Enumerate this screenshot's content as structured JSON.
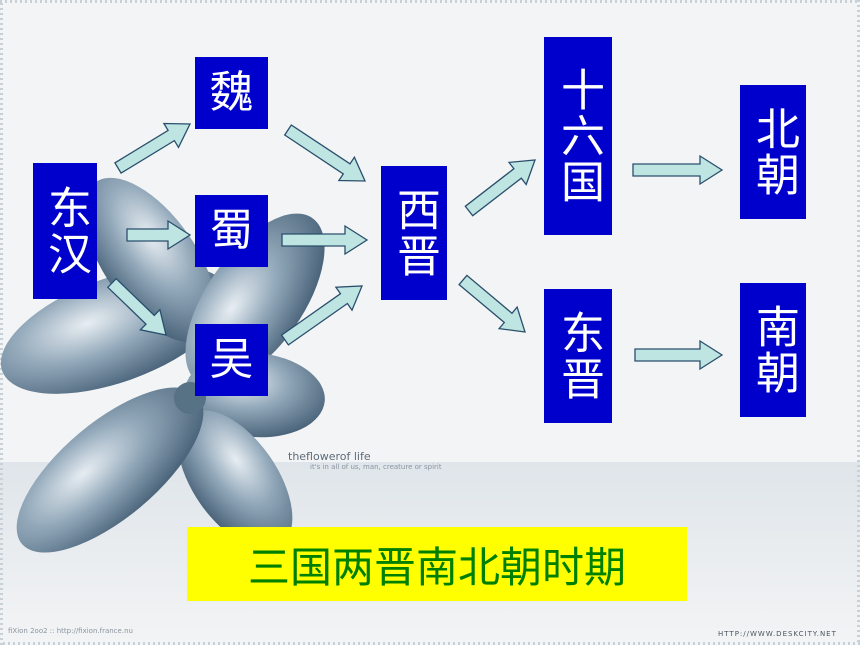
{
  "diagram": {
    "nodes": {
      "donghan": "东汉",
      "wei": "魏",
      "shu": "蜀",
      "wu": "吴",
      "xijin": "西晋",
      "shiliuguo": "十六国",
      "dongjin": "东晋",
      "beichao": "北朝",
      "nanchao": "南朝"
    },
    "edges": [
      [
        "donghan",
        "wei"
      ],
      [
        "donghan",
        "shu"
      ],
      [
        "donghan",
        "wu"
      ],
      [
        "wei",
        "xijin"
      ],
      [
        "shu",
        "xijin"
      ],
      [
        "wu",
        "xijin"
      ],
      [
        "xijin",
        "shiliuguo"
      ],
      [
        "xijin",
        "dongjin"
      ],
      [
        "shiliuguo",
        "beichao"
      ],
      [
        "dongjin",
        "nanchao"
      ]
    ],
    "title": "三国两晋南北朝时期"
  },
  "background": {
    "brand_text": "theflowerof life",
    "brand_sub": "it's in all of us, man, creature or spirit",
    "credit_left": "fiXion 2oo2 :: http://fixion.france.nu",
    "credit_right": "HTTP://WWW.DESKCITY.NET"
  },
  "colors": {
    "box_fill": "#0000cc",
    "box_text": "#ffffff",
    "title_fill": "#ffff00",
    "title_text": "#008000",
    "arrow_fill": "#bfe5e2",
    "arrow_stroke": "#2a4f6e"
  }
}
